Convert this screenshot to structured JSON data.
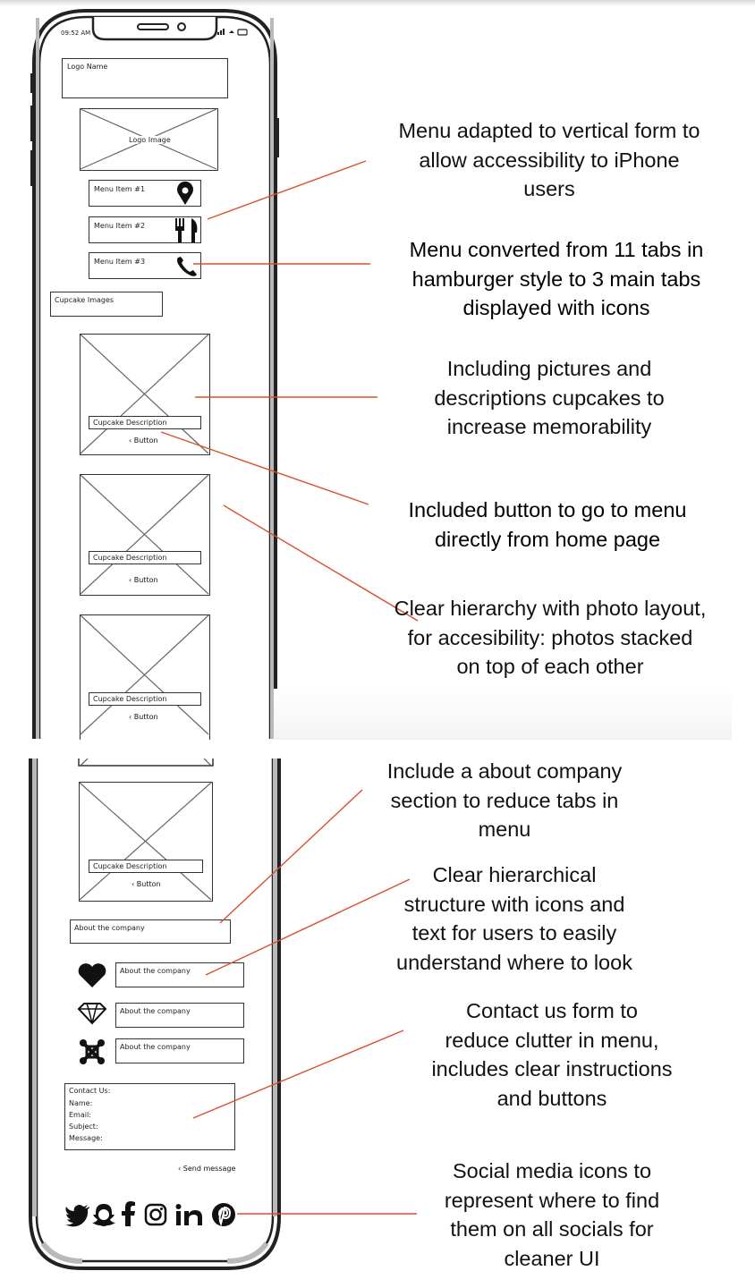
{
  "phone": {
    "status_time": "09:52 AM",
    "logo_name": "Logo Name",
    "logo_image": "Logo Image",
    "menu_items": [
      "Menu Item #1",
      "Menu Item #2",
      "Menu Item #3"
    ],
    "menu_icons": [
      "map-pin-icon",
      "fork-knife-icon",
      "phone-icon"
    ],
    "cupcake_images": "Cupcake Images",
    "cupcake_description": "Cupcake Description",
    "button_label": "Button",
    "about_heading": "About the company",
    "about_items": [
      "About the company",
      "About the company",
      "About the company"
    ],
    "about_icons": [
      "heart-icon",
      "diamond-icon",
      "joomla-icon"
    ],
    "contact": {
      "title": "Contact Us:",
      "fields": [
        "Name:",
        "Email:",
        "Subject:",
        "Message:"
      ]
    },
    "send_label": "Send message",
    "social_icons": [
      "twitter-icon",
      "snapchat-icon",
      "facebook-icon",
      "instagram-icon",
      "linkedin-icon",
      "pinterest-icon"
    ]
  },
  "annotations": [
    [
      "Menu adapted to vertical form to",
      "allow accessibility to iPhone",
      "users"
    ],
    [
      "Menu converted from 11 tabs in",
      "hamburger style to 3 main tabs",
      "displayed with icons"
    ],
    [
      "Including pictures and",
      "descriptions cupcakes to",
      "increase memorability"
    ],
    [
      "Included button to go to menu",
      "directly from home page"
    ],
    [
      "Clear hierarchy with photo layout,",
      "for accesibility: photos stacked",
      "on top of each other"
    ],
    [
      "Include a about company",
      "section to reduce tabs in",
      "menu"
    ],
    [
      "Clear hierarchical",
      "structure with icons and",
      "text for users to easily",
      "understand where to look"
    ],
    [
      "Contact us form to",
      "reduce clutter in menu,",
      "includes clear instructions",
      "and buttons"
    ],
    [
      "Social media icons to",
      "represent where to find",
      "them on all socials for",
      "cleaner UI"
    ]
  ],
  "colors": {
    "annotation_line": "#d9502f",
    "wireframe": "#333333"
  }
}
